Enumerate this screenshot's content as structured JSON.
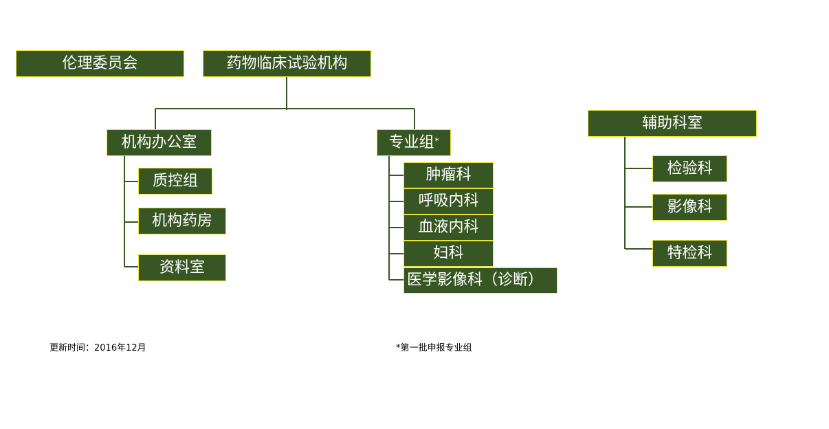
{
  "nodes": {
    "ethics": "伦理委员会",
    "institution": "药物临床试验机构",
    "office": "机构办公室",
    "qc": "质控组",
    "pharmacy": "机构药房",
    "archive": "资料室",
    "specialty": "专业组",
    "specialty_mark": "*",
    "oncology": "肿瘤科",
    "respiratory": "呼吸内科",
    "hematology": "血液内科",
    "gynecology": "妇科",
    "imaging_dx": "医学影像科（诊断）",
    "auxiliary": "辅助科室",
    "lab": "检验科",
    "imaging": "影像科",
    "special_exam": "特检科"
  },
  "footer": {
    "updated": "更新时间：2016年12月",
    "note": "*第一批申报专业组"
  },
  "colors": {
    "box_fill": "#375623",
    "box_border": "#e8e23a",
    "connector": "#375623"
  }
}
